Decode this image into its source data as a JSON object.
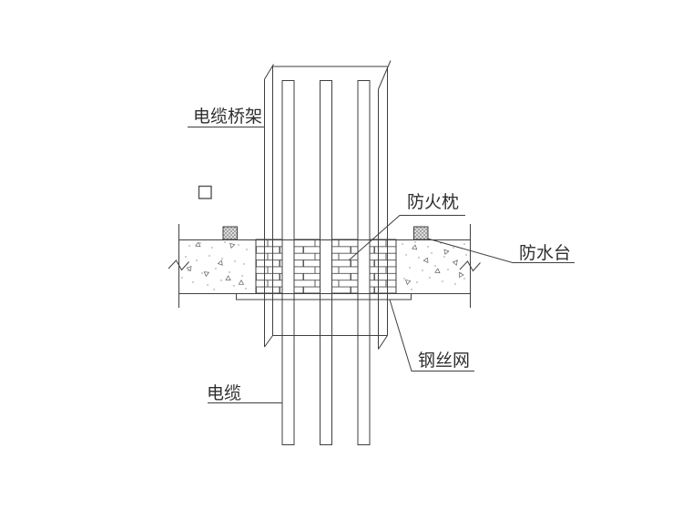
{
  "drawing": {
    "type": "construction-detail",
    "labels": {
      "cable_tray": "电缆桥架",
      "fire_pillow": "防火枕",
      "waterproof_platform": "防水台",
      "steel_wire_mesh": "钢丝网",
      "cable": "电缆"
    },
    "colors": {
      "line": "#3f3f3f",
      "brick_line": "#4a4a4a",
      "stipple": "#777777",
      "background": "#ffffff"
    }
  }
}
